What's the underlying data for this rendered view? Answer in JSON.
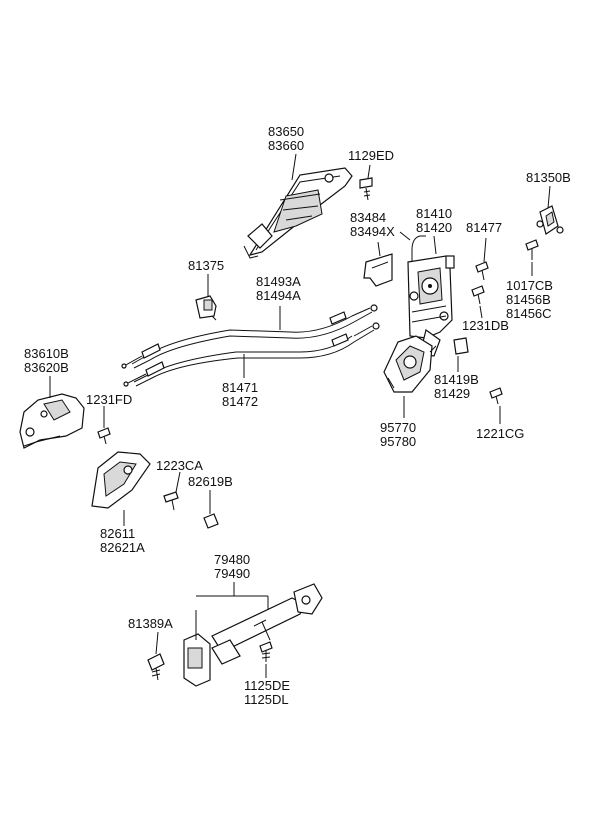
{
  "labels": {
    "p83650": "83650",
    "p83660": "83660",
    "p1129ED": "1129ED",
    "p81350B": "81350B",
    "p83484": "83484",
    "p83494X": "83494X",
    "p81410": "81410",
    "p81420": "81420",
    "p81477": "81477",
    "p1017CB": "1017CB",
    "p81456B": "81456B",
    "p81456C": "81456C",
    "p81375": "81375",
    "p81493A": "81493A",
    "p81494A": "81494A",
    "p1231DB": "1231DB",
    "p83610B": "83610B",
    "p83620B": "83620B",
    "p81471": "81471",
    "p81472": "81472",
    "p81419B": "81419B",
    "p81429": "81429",
    "p1231FD": "1231FD",
    "p95770": "95770",
    "p95780": "95780",
    "p1221CG": "1221CG",
    "p1223CA": "1223CA",
    "p82619B": "82619B",
    "p82611": "82611",
    "p82621A": "82621A",
    "p79480": "79480",
    "p79490": "79490",
    "p81389A": "81389A",
    "p1125DE": "1125DE",
    "p1125DL": "1125DL"
  }
}
